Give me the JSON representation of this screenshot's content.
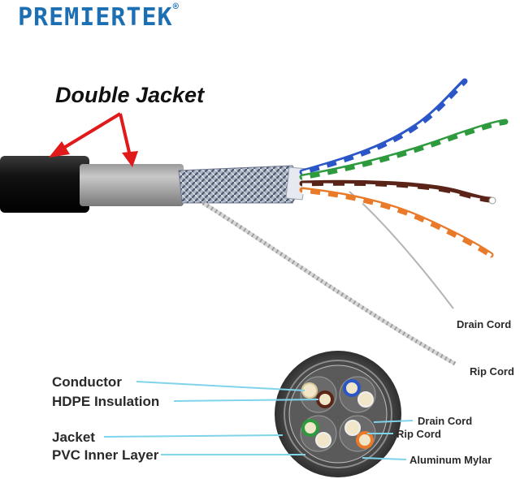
{
  "brand": {
    "name": "PREMIERTEK",
    "registered": "®",
    "color": "#1d6fb3"
  },
  "headline": "Double Jacket",
  "labels": {
    "drain_cord_top": "Drain Cord",
    "rip_cord_top": "Rip Cord",
    "conductor": "Conductor",
    "hdpe_insulation": "HDPE Insulation",
    "jacket": "Jacket",
    "pvc_inner_layer": "PVC Inner Layer",
    "drain_cord": "Drain Cord",
    "rip_cord": "Rip Cord",
    "aluminum_mylar": "Aluminum Mylar"
  },
  "colors": {
    "pair_blue": "#2b56c8",
    "pair_green": "#2e9a3e",
    "pair_brown": "#5a2418",
    "pair_orange": "#e87a2a",
    "arrow_red": "#e0191b",
    "leader_line": "#7fd4ea"
  }
}
